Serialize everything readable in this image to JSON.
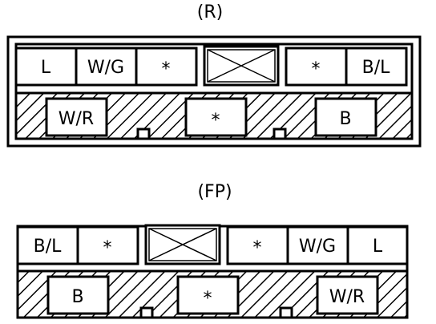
{
  "connectors": [
    {
      "label": "(R)",
      "top_row": [
        "L",
        "W/G",
        "*",
        "",
        "*",
        "B/L"
      ],
      "bottom_row": [
        "W/R",
        "*",
        "B"
      ]
    },
    {
      "label": "(FP)",
      "top_row": [
        "B/L",
        "*",
        "",
        "*",
        "W/G",
        "L"
      ],
      "bottom_row": [
        "B",
        "*",
        "W/R"
      ]
    }
  ],
  "colors": {
    "line": "#000000",
    "background": "#ffffff"
  },
  "icons": {
    "blank_cavity": "crossed-box-icon",
    "unused_terminal": "asterisk"
  }
}
